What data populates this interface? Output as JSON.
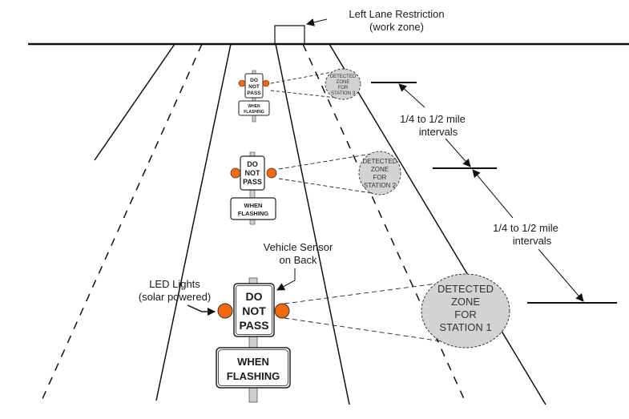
{
  "diagram": {
    "title_callout": {
      "line1": "Left Lane Restriction",
      "line2": "(work zone)"
    },
    "callouts": {
      "led_lights": {
        "line1": "LED Lights",
        "line2": "(solar powered)"
      },
      "vehicle_sensor": {
        "line1": "Vehicle Sensor",
        "line2": "on Back"
      }
    },
    "interval_labels": [
      {
        "line1": "1/4 to 1/2 mile",
        "line2": "intervals"
      },
      {
        "line1": "1/4 to 1/2 mile",
        "line2": "intervals"
      }
    ],
    "signs": {
      "main": {
        "line1": "DO",
        "line2": "NOT",
        "line3": "PASS"
      },
      "plaque": {
        "line1": "WHEN",
        "line2": "FLASHING"
      }
    },
    "stations": [
      {
        "zone_lines": [
          "DETECTED",
          "ZONE",
          "FOR",
          "STATION 3"
        ]
      },
      {
        "zone_lines": [
          "DETECTED",
          "ZONE",
          "FOR",
          "STATION 2"
        ]
      },
      {
        "zone_lines": [
          "DETECTED",
          "ZONE",
          "FOR",
          "STATION 1"
        ]
      }
    ],
    "colors": {
      "led": "#f26a0f",
      "zone_fill": "#d3d3d3",
      "post": "#cfcfcf",
      "line": "#111111"
    }
  }
}
